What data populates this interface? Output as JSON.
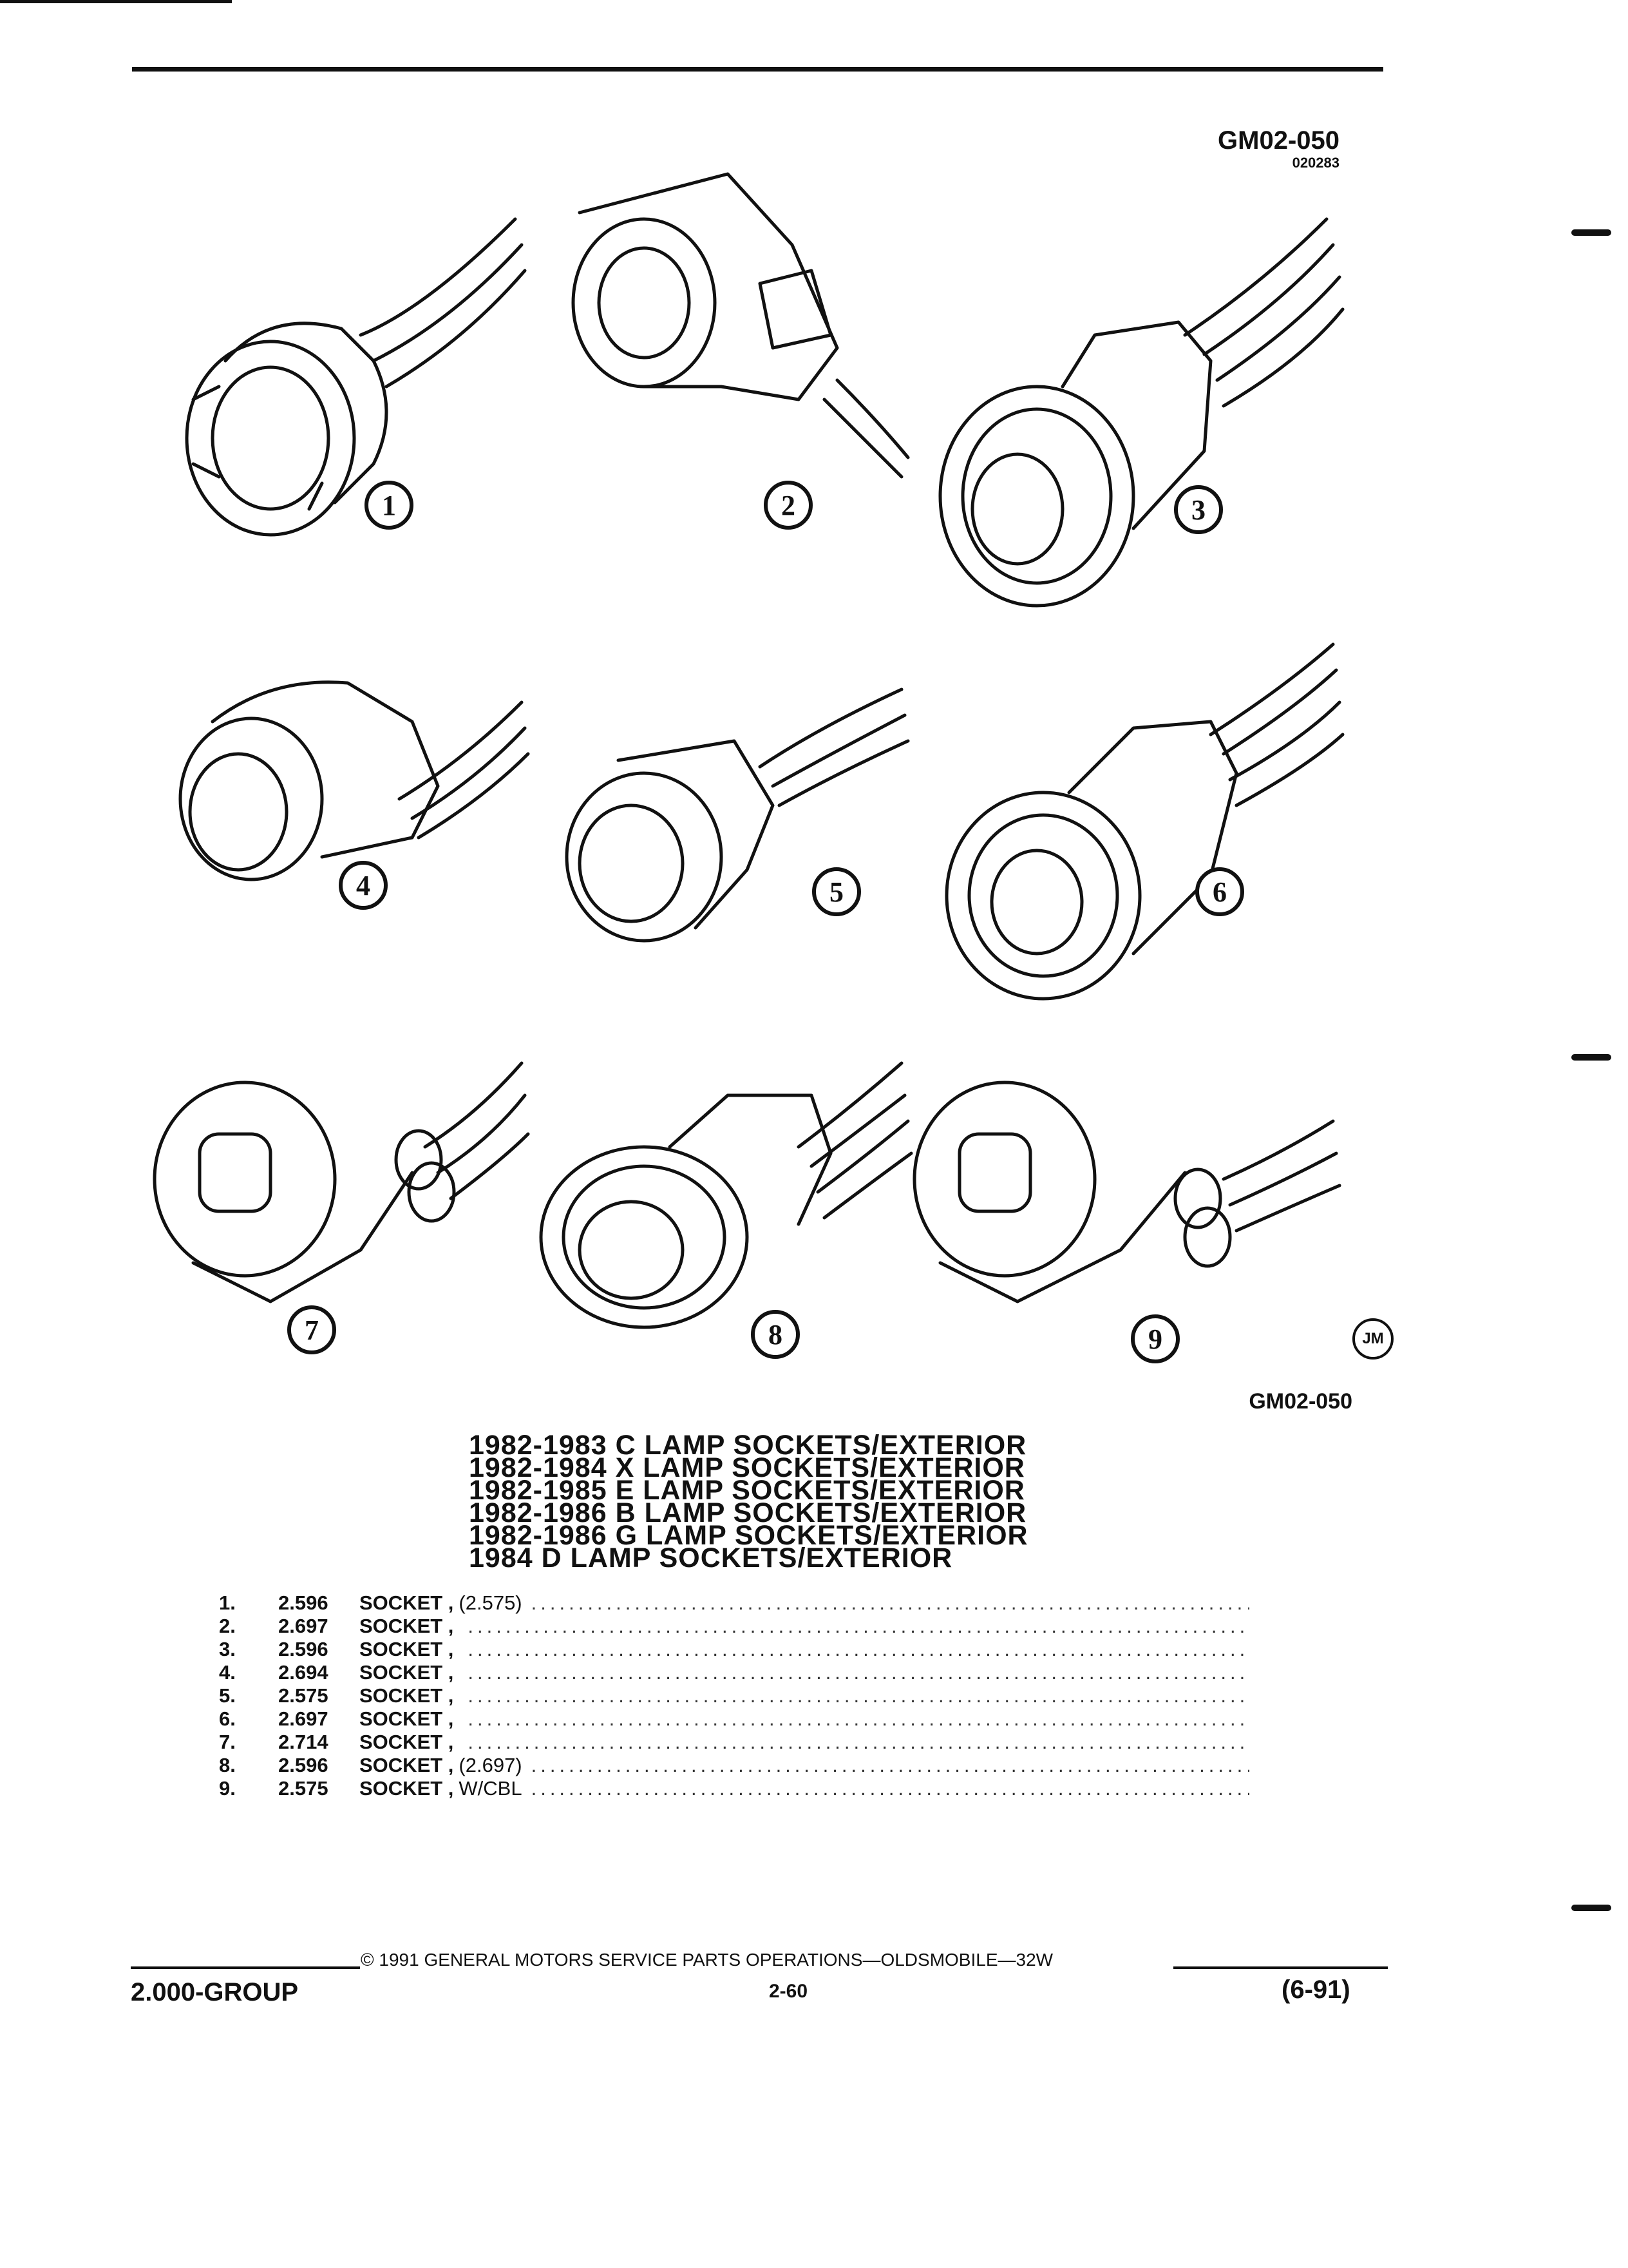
{
  "figure": {
    "code_top": "GM02-050",
    "code_sub": "020283",
    "code_bottom": "GM02-050",
    "artist_mark": "JM",
    "callouts": [
      "1",
      "2",
      "3",
      "4",
      "5",
      "6",
      "7",
      "8",
      "9"
    ]
  },
  "headings": [
    "1982-1983 C LAMP SOCKETS/EXTERIOR",
    "1982-1984 X LAMP SOCKETS/EXTERIOR",
    "1982-1985 E LAMP SOCKETS/EXTERIOR",
    "1982-1986 B LAMP SOCKETS/EXTERIOR",
    "1982-1986 G LAMP SOCKETS/EXTERIOR",
    "1984 D LAMP SOCKETS/EXTERIOR"
  ],
  "parts": [
    {
      "num": "1.",
      "code": "2.596",
      "label": "SOCKET ,",
      "note": "(2.575)"
    },
    {
      "num": "2.",
      "code": "2.697",
      "label": "SOCKET ,",
      "note": ""
    },
    {
      "num": "3.",
      "code": "2.596",
      "label": "SOCKET ,",
      "note": ""
    },
    {
      "num": "4.",
      "code": "2.694",
      "label": "SOCKET ,",
      "note": ""
    },
    {
      "num": "5.",
      "code": "2.575",
      "label": "SOCKET ,",
      "note": ""
    },
    {
      "num": "6.",
      "code": "2.697",
      "label": "SOCKET ,",
      "note": ""
    },
    {
      "num": "7.",
      "code": "2.714",
      "label": "SOCKET ,",
      "note": ""
    },
    {
      "num": "8.",
      "code": "2.596",
      "label": "SOCKET ,",
      "note": "(2.697)"
    },
    {
      "num": "9.",
      "code": "2.575",
      "label": "SOCKET ,",
      "note": "W/CBL"
    }
  ],
  "footer": {
    "copyright": "© 1991 GENERAL MOTORS SERVICE PARTS OPERATIONS—OLDSMOBILE—32W",
    "group": "2.000-GROUP",
    "page": "2-60",
    "date": "(6-91)"
  }
}
